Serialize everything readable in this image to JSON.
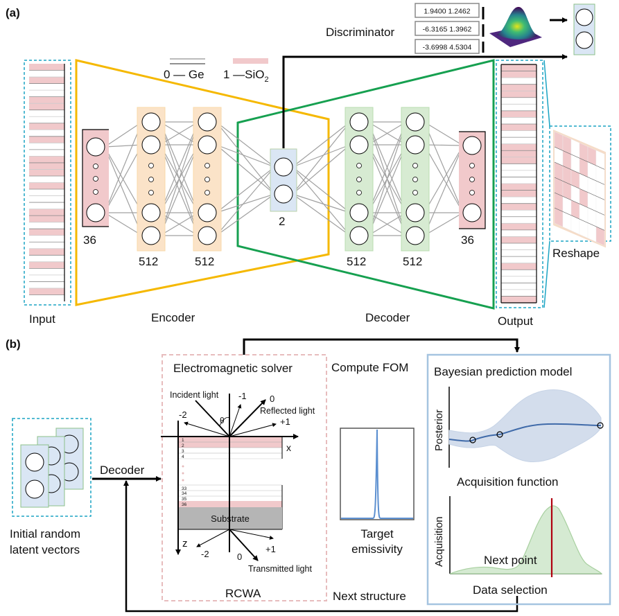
{
  "panel_a": {
    "label": "(a)",
    "legend": {
      "ge": "0 — Ge",
      "sio2_prefix": "1 —SiO",
      "sio2_sub": "2"
    },
    "discriminator": {
      "label": "Discriminator",
      "vectors": [
        "1.9400 1.2462",
        "-6.3165 1.3962",
        "-3.6998 4.5304"
      ]
    },
    "input_label": "Input",
    "output_label": "Output",
    "reshape_label": "Reshape",
    "encoder_label": "Encoder",
    "decoder_label": "Decoder",
    "layers": {
      "enc_in": "36",
      "enc_h1": "512",
      "enc_h2": "512",
      "latent": "2",
      "dec_h1": "512",
      "dec_h2": "512",
      "dec_out": "36"
    },
    "input_layers": [
      1,
      0,
      1,
      0,
      0,
      1,
      1,
      0,
      0,
      1,
      0,
      1,
      0,
      0,
      1,
      1,
      1,
      0,
      1,
      0,
      0,
      0,
      1,
      1,
      0,
      1,
      0,
      0,
      1,
      0,
      1,
      0,
      0,
      0,
      1,
      0
    ],
    "output_layers": [
      1,
      1,
      0,
      1,
      1,
      0,
      0,
      1,
      0,
      1,
      0,
      0,
      1,
      1,
      1,
      0,
      0,
      0,
      1,
      1,
      0,
      1,
      0,
      0,
      1,
      0,
      1,
      0,
      0,
      0,
      1,
      0,
      0,
      0,
      0,
      1
    ],
    "colors": {
      "sio2": "#f1c9cb",
      "encoder": "#f5b800",
      "decoder": "#16a050",
      "dashed": "#1aa4c4",
      "latent": "#dae6f4",
      "enc_layer": "#fbe3c8",
      "dec_layer": "#d7ebd2"
    }
  },
  "panel_b": {
    "label": "(b)",
    "initial_label_1": "Initial random",
    "initial_label_2": "latent vectors",
    "decoder_arrow_label": "Decoder",
    "solver": {
      "title": "Electromagnetic solver",
      "incident": "Incident light",
      "reflected": "Reflected light",
      "transmitted": "Transmitted light",
      "orders_top": [
        "-2",
        "-1",
        "0",
        "+1"
      ],
      "orders_bottom": [
        "-2",
        "0",
        "+1"
      ],
      "theta": "θ",
      "x_axis": "x",
      "z_axis": "z",
      "layer_numbers_top": [
        "1",
        "2",
        "3",
        "4"
      ],
      "layer_numbers_bottom": [
        "33",
        "34",
        "35",
        "36"
      ],
      "substrate": "Substrate",
      "footer": "RCWA"
    },
    "compute_fom": "Compute FOM",
    "target_label_1": "Target",
    "target_label_2": "emissivity",
    "next_structure": "Next structure",
    "bayes": {
      "title": "Bayesian prediction model",
      "posterior_ylabel": "Posterior",
      "acq_title": "Acquisition function",
      "acq_ylabel": "Acquisition",
      "next_point": "Next point",
      "xlabel": "Data selection"
    }
  }
}
